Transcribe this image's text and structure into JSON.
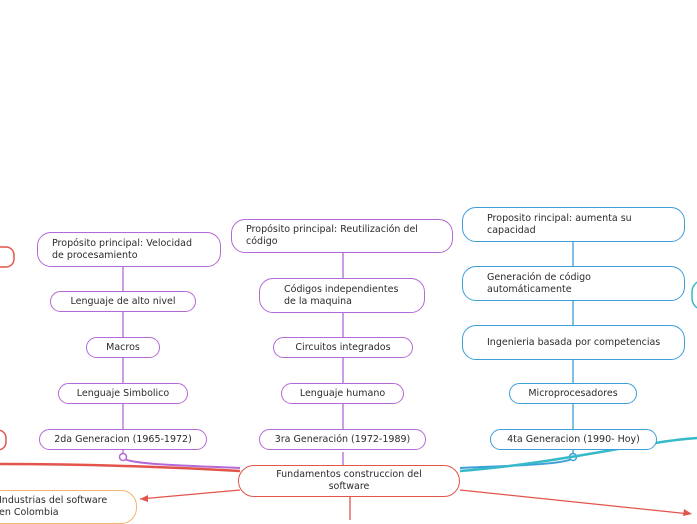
{
  "root": {
    "label": "Fundamentos construccion del software"
  },
  "generation_2": {
    "purpose": "Propósito principal: Velocidad de  procesamiento",
    "items": [
      "Lenguaje de alto nivel",
      "Macros",
      "Lenguaje Simbolico"
    ],
    "title": "2da Generacion (1965-1972)"
  },
  "generation_3": {
    "purpose": "Propósito principal: Reutilización del código",
    "items": [
      "Códigos independientes de la maquina",
      "Circuitos integrados",
      "Lenguaje humano"
    ],
    "title": "3ra Generación (1972-1989)"
  },
  "generation_4": {
    "purpose": "Proposito rincipal: aumenta su capacidad",
    "items": [
      "Generación de código automáticamente",
      "Ingenieria basada por competencias",
      "Microprocesadores"
    ],
    "title": "4ta Generacion (1990- Hoy)"
  },
  "other": {
    "industries_label": "Industrias del software en Colombia"
  },
  "colors": {
    "purple": "#b46ad6",
    "blue": "#3d9fd8",
    "red": "#e2554b",
    "orange": "#f5b572",
    "teal": "#36b9c8"
  }
}
